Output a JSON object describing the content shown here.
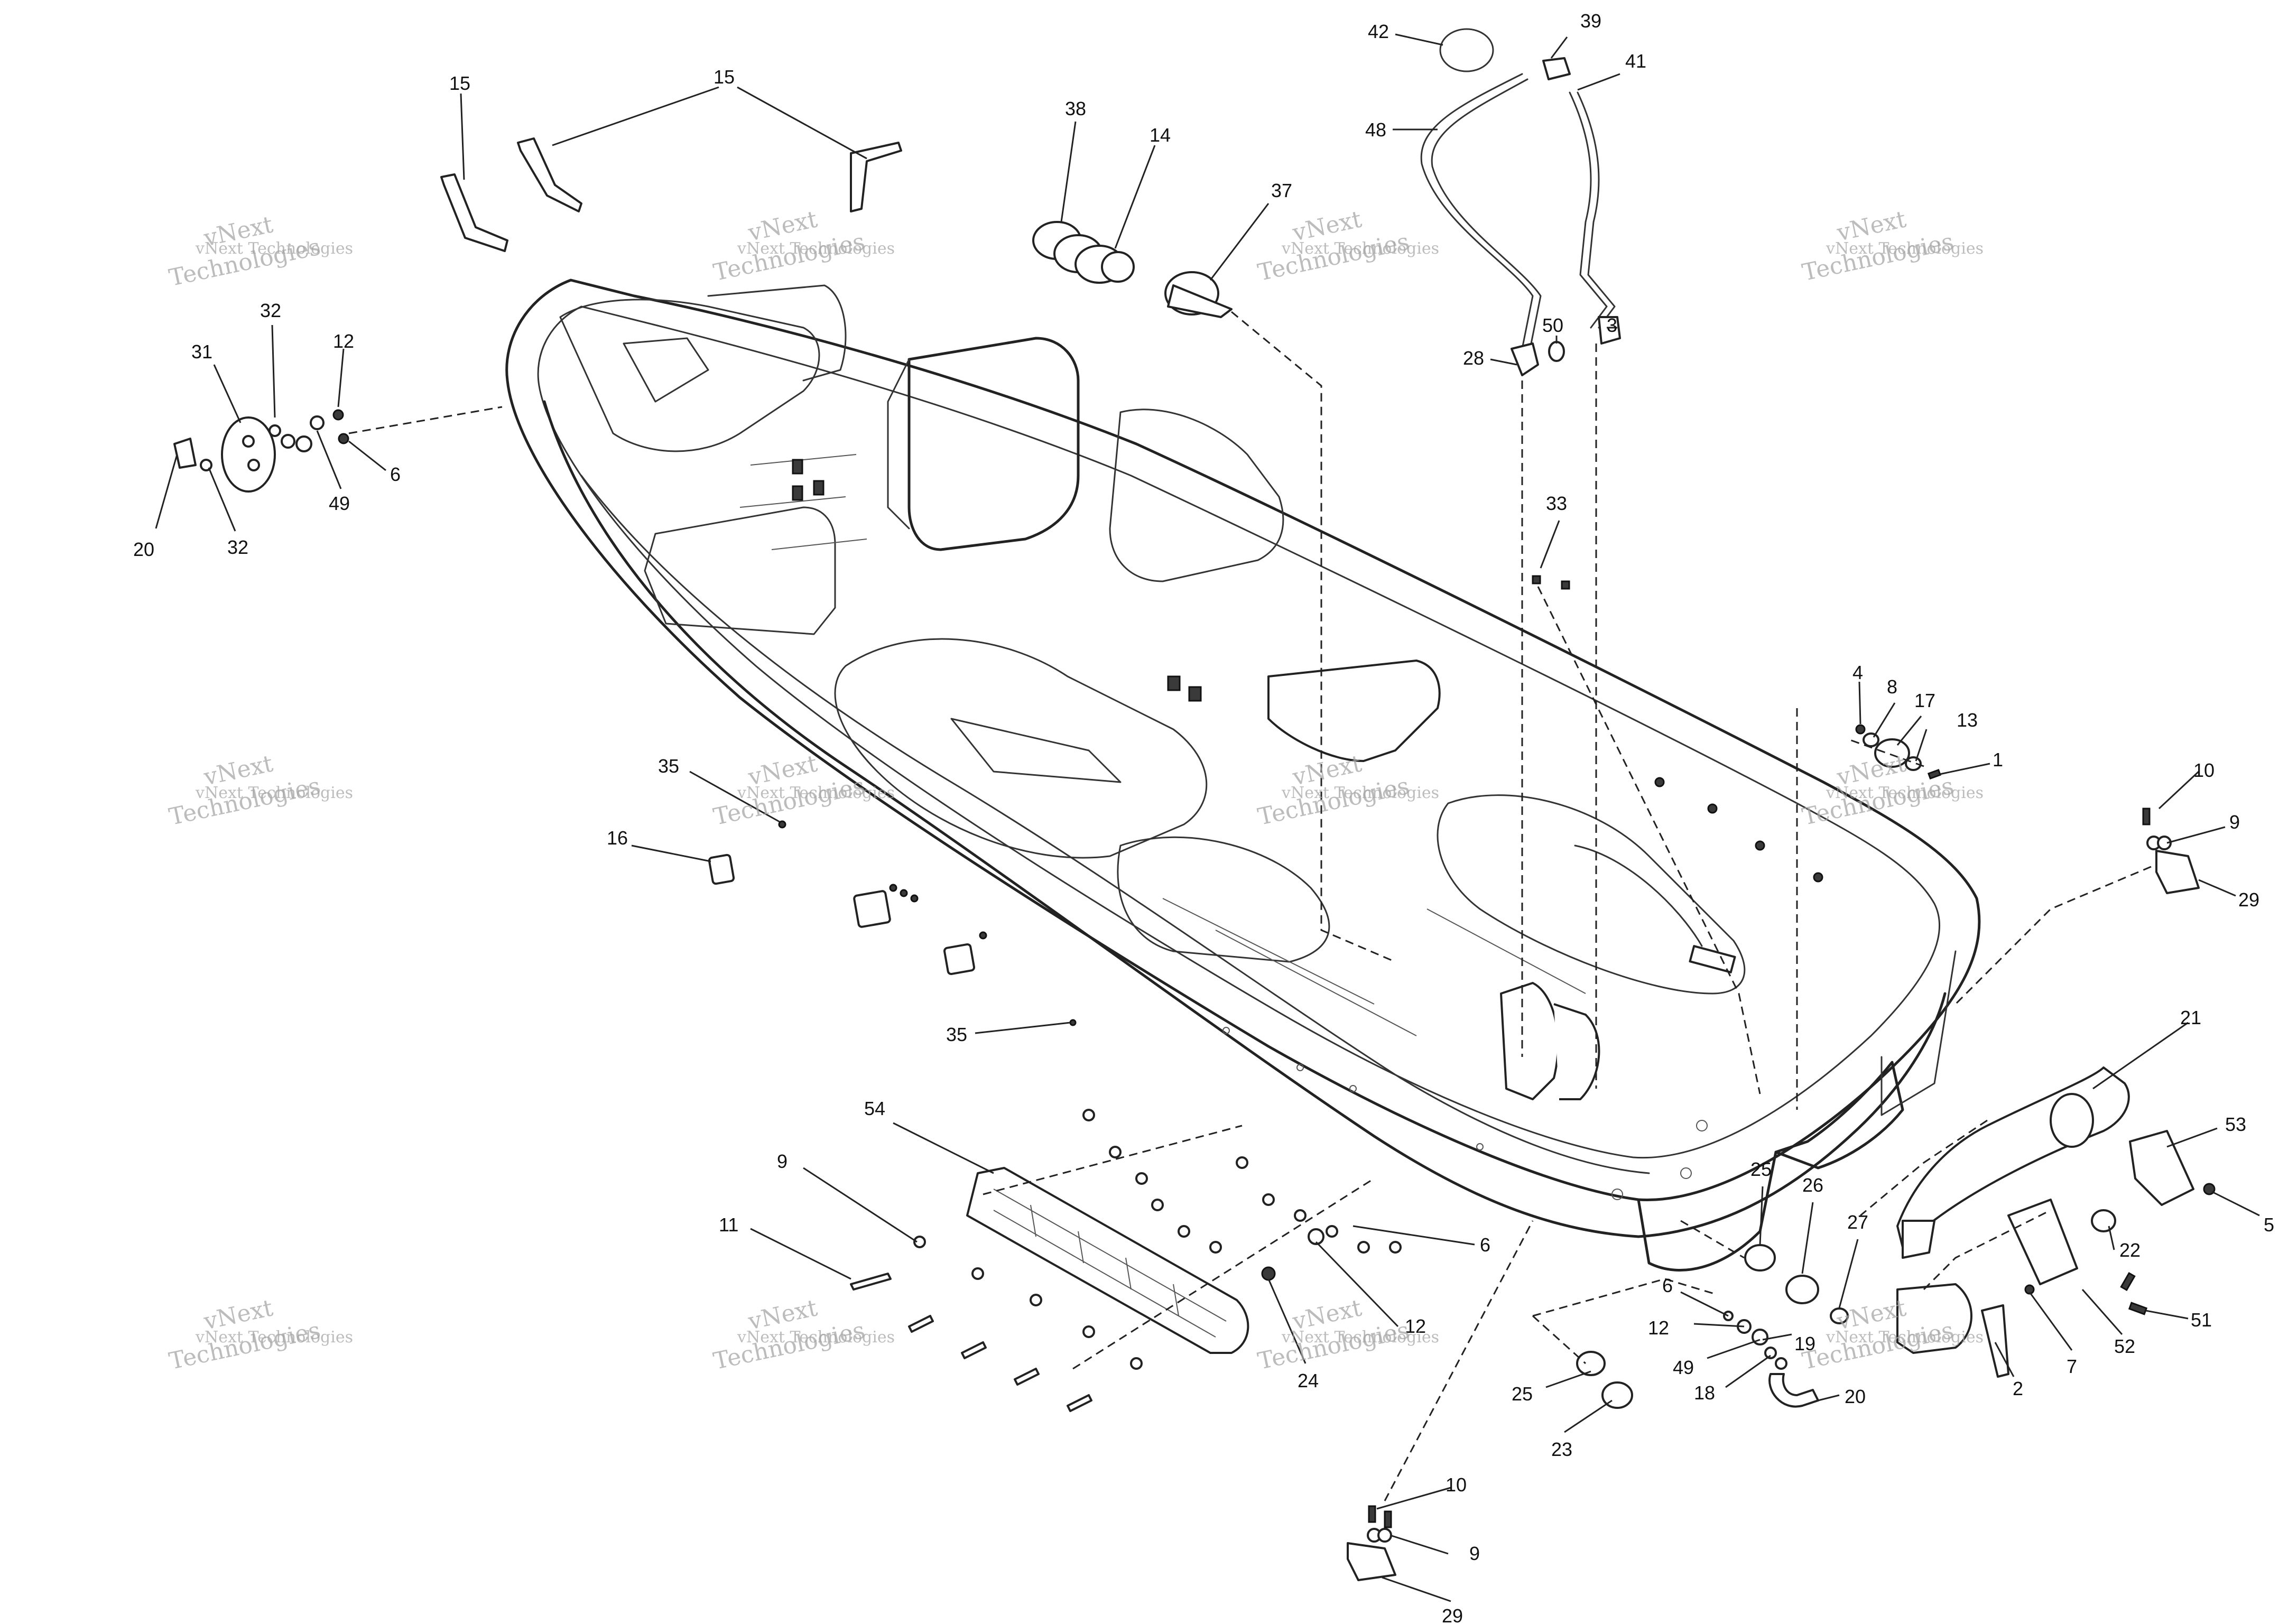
{
  "watermark": {
    "line1": "vNext",
    "line2": "Technologies",
    "line3": "vNext Technologies"
  },
  "callouts": [
    {
      "id": "c15a",
      "text": "15"
    },
    {
      "id": "c15b",
      "text": "15"
    },
    {
      "id": "c38",
      "text": "38"
    },
    {
      "id": "c14",
      "text": "14"
    },
    {
      "id": "c37",
      "text": "37"
    },
    {
      "id": "c42",
      "text": "42"
    },
    {
      "id": "c39",
      "text": "39"
    },
    {
      "id": "c41",
      "text": "41"
    },
    {
      "id": "c48",
      "text": "48"
    },
    {
      "id": "c28",
      "text": "28"
    },
    {
      "id": "c50",
      "text": "50"
    },
    {
      "id": "c3",
      "text": "3"
    },
    {
      "id": "c32a",
      "text": "32"
    },
    {
      "id": "c31",
      "text": "31"
    },
    {
      "id": "c12a",
      "text": "12"
    },
    {
      "id": "c6a",
      "text": "6"
    },
    {
      "id": "c49a",
      "text": "49"
    },
    {
      "id": "c20a",
      "text": "20"
    },
    {
      "id": "c32b",
      "text": "32"
    },
    {
      "id": "c33",
      "text": "33"
    },
    {
      "id": "c4",
      "text": "4"
    },
    {
      "id": "c8",
      "text": "8"
    },
    {
      "id": "c17",
      "text": "17"
    },
    {
      "id": "c13",
      "text": "13"
    },
    {
      "id": "c1",
      "text": "1"
    },
    {
      "id": "c10a",
      "text": "10"
    },
    {
      "id": "c9a",
      "text": "9"
    },
    {
      "id": "c29a",
      "text": "29"
    },
    {
      "id": "c35a",
      "text": "35"
    },
    {
      "id": "c16",
      "text": "16"
    },
    {
      "id": "c35b",
      "text": "35"
    },
    {
      "id": "c21",
      "text": "21"
    },
    {
      "id": "c53",
      "text": "53"
    },
    {
      "id": "c5",
      "text": "5"
    },
    {
      "id": "c54",
      "text": "54"
    },
    {
      "id": "c9b",
      "text": "9"
    },
    {
      "id": "c11",
      "text": "11"
    },
    {
      "id": "c6b",
      "text": "6"
    },
    {
      "id": "c12b",
      "text": "12"
    },
    {
      "id": "c24",
      "text": "24"
    },
    {
      "id": "c25a",
      "text": "25"
    },
    {
      "id": "c26",
      "text": "26"
    },
    {
      "id": "c27",
      "text": "27"
    },
    {
      "id": "c22",
      "text": "22"
    },
    {
      "id": "c6c",
      "text": "6"
    },
    {
      "id": "c12c",
      "text": "12"
    },
    {
      "id": "c19",
      "text": "19"
    },
    {
      "id": "c49b",
      "text": "49"
    },
    {
      "id": "c18",
      "text": "18"
    },
    {
      "id": "c20b",
      "text": "20"
    },
    {
      "id": "c25b",
      "text": "25"
    },
    {
      "id": "c23",
      "text": "23"
    },
    {
      "id": "c51",
      "text": "51"
    },
    {
      "id": "c52",
      "text": "52"
    },
    {
      "id": "c7",
      "text": "7"
    },
    {
      "id": "c2",
      "text": "2"
    },
    {
      "id": "c10b",
      "text": "10"
    },
    {
      "id": "c9c",
      "text": "9"
    },
    {
      "id": "c29b",
      "text": "29"
    }
  ]
}
